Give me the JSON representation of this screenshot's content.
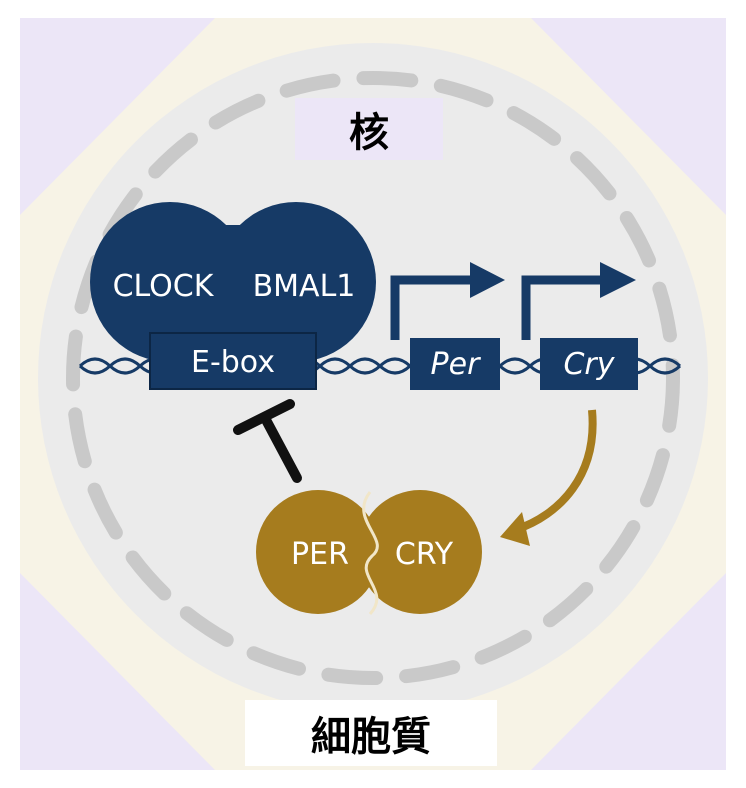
{
  "labels": {
    "nucleus": "核",
    "cytoplasm": "細胞質"
  },
  "dna_elements": {
    "ebox": "E-box",
    "per_gene": "Per",
    "cry_gene": "Cry"
  },
  "proteins": {
    "clock": "CLOCK",
    "bmal1": "BMAL1",
    "per": "PER",
    "cry": "CRY"
  },
  "colors": {
    "navy": "#163a66",
    "gold": "#a67c1e",
    "membrane": "#c9c9c9",
    "nucleus_fill": "#ebebeb",
    "background_lavender": "#ece6f7",
    "corner_cream": "#f7f3e6"
  }
}
